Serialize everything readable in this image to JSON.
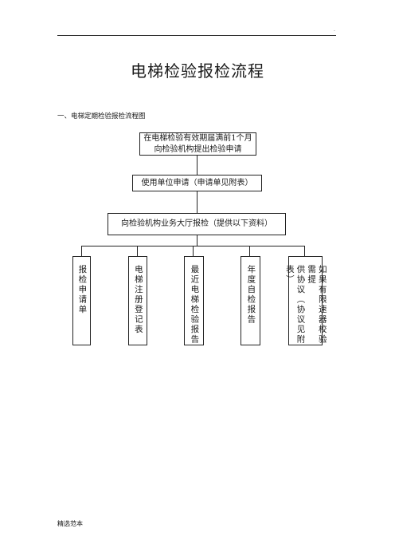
{
  "header": {
    "mark": "."
  },
  "title": "电梯检验报检流程",
  "section_heading": "一、电梯定期检验报检流程图",
  "flow": {
    "step1": {
      "line1": "在电梯检验有效期届满前1个月",
      "line2": "向检验机构提出检验申请"
    },
    "step2": "使用单位申请（申请单见附表）",
    "step3": "向检验机构业务大厅报检（提供以下资料）",
    "docs": [
      {
        "cols": [
          "报检申请单"
        ]
      },
      {
        "cols": [
          "电梯注册登记表"
        ]
      },
      {
        "cols": [
          "最近电梯检验报告"
        ]
      },
      {
        "cols": [
          "年度自检报告"
        ]
      },
      {
        "cols": [
          "如果有限速器校验需提",
          "供协议（协议见附表）"
        ]
      }
    ]
  },
  "footer": "精选范本"
}
